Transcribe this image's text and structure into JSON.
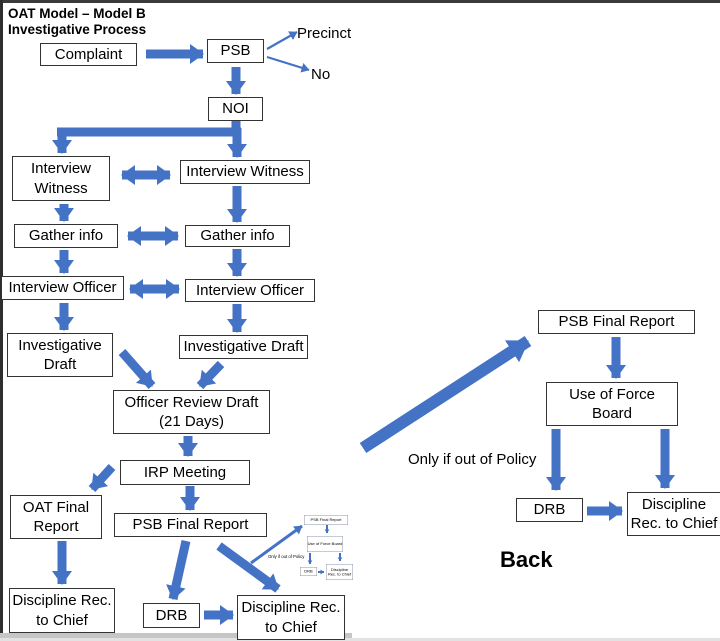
{
  "title": {
    "line1": "OAT Model – Model B",
    "line2": "Investigative Process"
  },
  "colors": {
    "arrow_blue": "#4472C4"
  },
  "diagram": {
    "nodes": {
      "complaint": "Complaint",
      "psb": "PSB",
      "noi": "NOI",
      "interview_witness_left": "Interview Witness",
      "interview_witness_right": "Interview Witness",
      "gather_info_left": "Gather info",
      "gather_info_right": "Gather info",
      "interview_officer_left": "Interview Officer",
      "interview_officer_right": "Interview Officer",
      "investigative_draft_left": "Investigative Draft",
      "investigative_draft_right": "Investigative Draft",
      "officer_review_draft": "Officer Review Draft (21 Days)",
      "irp_meeting": "IRP Meeting",
      "oat_final_report": "OAT Final Report",
      "psb_final_report": "PSB Final Report",
      "discipline_rec_left": "Discipline Rec. to Chief",
      "drb": "DRB",
      "discipline_rec_mid": "Discipline Rec. to Chief"
    },
    "branch_labels": {
      "precinct": "Precinct",
      "no": "No"
    }
  },
  "detail_diagram": {
    "nodes": {
      "psb_final_report": "PSB Final Report",
      "use_of_force_board": "Use of Force Board",
      "drb": "DRB",
      "discipline_rec": "Discipline Rec. to Chief"
    },
    "condition_label": "Only if out of Policy",
    "back_label": "Back"
  },
  "mini_diagram": {
    "nodes": {
      "psb_final_report": "PSB Final Report",
      "use_of_force_board": "Use of Force Board",
      "drb": "DRB",
      "discipline_rec": "Discipline Rec. to Chief"
    },
    "condition_label": "Only if out of Policy"
  }
}
